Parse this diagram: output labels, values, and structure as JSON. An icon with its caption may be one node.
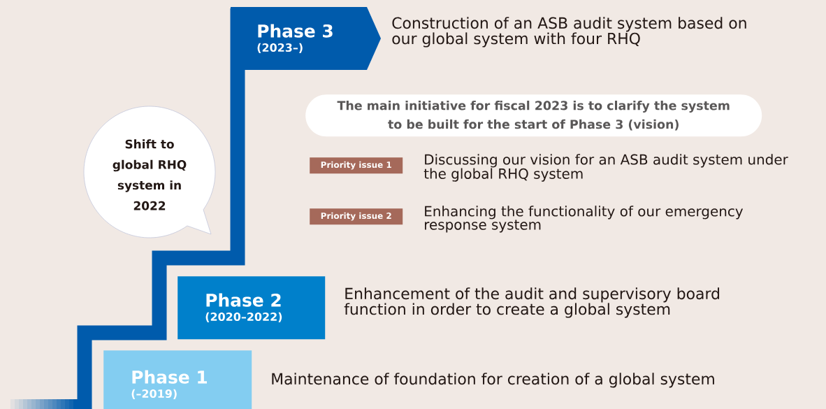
{
  "diagram": {
    "nodes": [
      {
        "text": [
          "Phase 3",
          "(2023–)"
        ],
        "beside": [
          "Construction of an ASB audit system based on our global system with four RHQ"
        ]
      },
      {
        "text": [
          "The main initiative for fiscal 2023 is to clarify the system to be built for the start of Phase 3 (vision)"
        ]
      },
      {
        "text": [
          "Shift to global RHQ system in 2022"
        ]
      },
      {
        "text": [
          "Priority issue 1"
        ],
        "beside": [
          "Discussing our vision for an ASB audit system under the global RHQ system"
        ]
      },
      {
        "text": [
          "Priority issue 2"
        ],
        "beside": [
          "Enhancing the functionality of our emergency response system"
        ]
      },
      {
        "text": [
          "Phase 2",
          "(2020–2022)"
        ],
        "beside": [
          "Enhancement of the audit and supervisory board function in order to create a global system"
        ]
      },
      {
        "text": [
          "Phase 1",
          "(–2019)"
        ],
        "beside": [
          "Maintenance of foundation for creation of a global system"
        ]
      }
    ]
  }
}
